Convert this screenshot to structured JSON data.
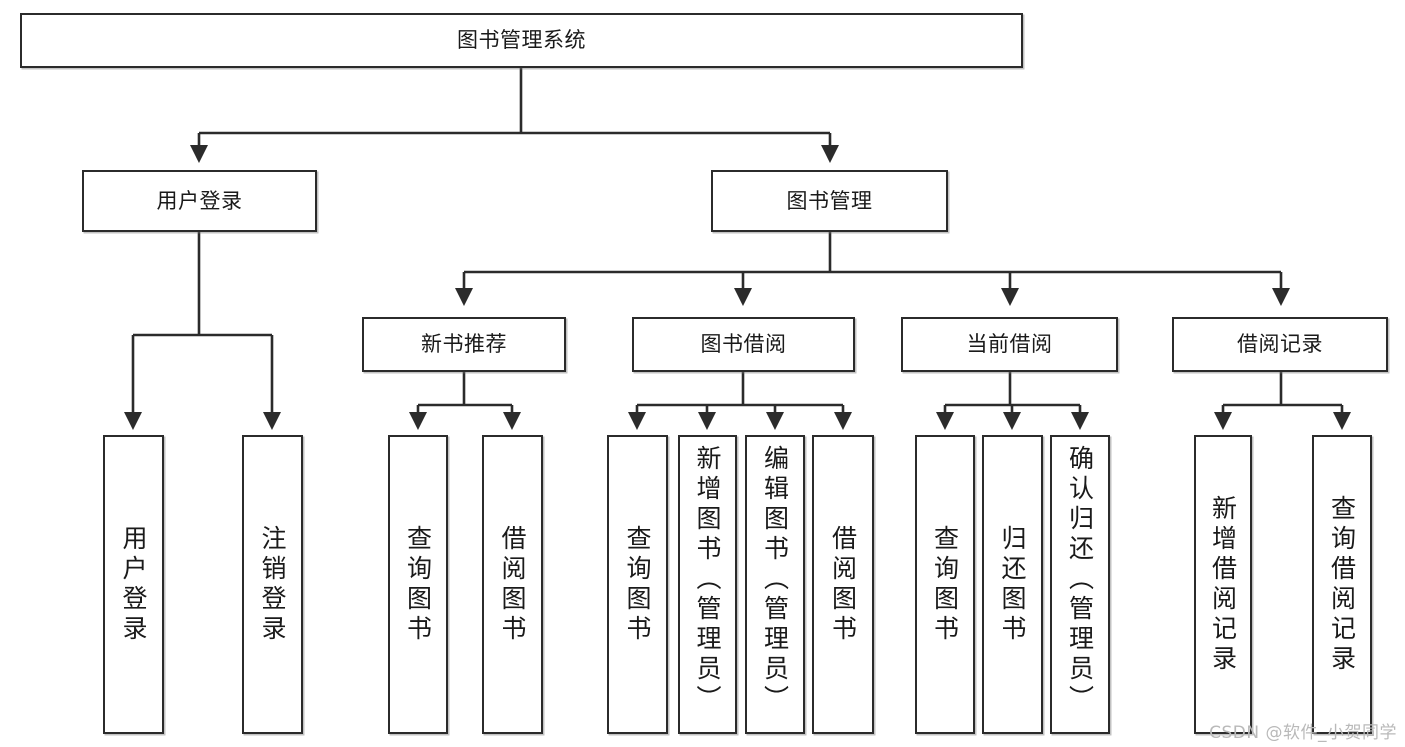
{
  "diagram": {
    "type": "tree-hierarchy",
    "title": "图书管理系统",
    "watermark": "CSDN @软件_小贺同学",
    "colors": {
      "stroke": "#2b2b2b",
      "fill": "#ffffff",
      "text": "#1a1a1a",
      "watermark": "#b9b9b9"
    },
    "root": {
      "label": "图书管理系统"
    },
    "level2": [
      {
        "id": "user-login",
        "label": "用户登录"
      },
      {
        "id": "book-management",
        "label": "图书管理"
      }
    ],
    "level3": [
      {
        "id": "new-book-recommend",
        "label": "新书推荐",
        "parent": "book-management"
      },
      {
        "id": "book-borrow",
        "label": "图书借阅",
        "parent": "book-management"
      },
      {
        "id": "current-borrow",
        "label": "当前借阅",
        "parent": "book-management"
      },
      {
        "id": "borrow-record",
        "label": "借阅记录",
        "parent": "book-management"
      }
    ],
    "leaves": [
      {
        "id": "leaf-user-login",
        "label": "用户登录",
        "parent": "user-login"
      },
      {
        "id": "leaf-logout-login",
        "label": "注销登录",
        "parent": "user-login"
      },
      {
        "id": "leaf-query-book-1",
        "label": "查询图书",
        "parent": "new-book-recommend"
      },
      {
        "id": "leaf-borrow-book-1",
        "label": "借阅图书",
        "parent": "new-book-recommend"
      },
      {
        "id": "leaf-query-book-2",
        "label": "查询图书",
        "parent": "book-borrow"
      },
      {
        "id": "leaf-add-book-admin",
        "label": "新增图书（管理员）",
        "parent": "book-borrow"
      },
      {
        "id": "leaf-edit-book-admin",
        "label": "编辑图书（管理员）",
        "parent": "book-borrow"
      },
      {
        "id": "leaf-borrow-book-2",
        "label": "借阅图书",
        "parent": "book-borrow"
      },
      {
        "id": "leaf-query-book-3",
        "label": "查询图书",
        "parent": "current-borrow"
      },
      {
        "id": "leaf-return-book",
        "label": "归还图书",
        "parent": "current-borrow"
      },
      {
        "id": "leaf-confirm-return-admin",
        "label": "确认归还（管理员）",
        "parent": "current-borrow"
      },
      {
        "id": "leaf-add-borrow-record",
        "label": "新增借阅记录",
        "parent": "borrow-record"
      },
      {
        "id": "leaf-query-borrow-record",
        "label": "查询借阅记录",
        "parent": "borrow-record"
      }
    ]
  }
}
